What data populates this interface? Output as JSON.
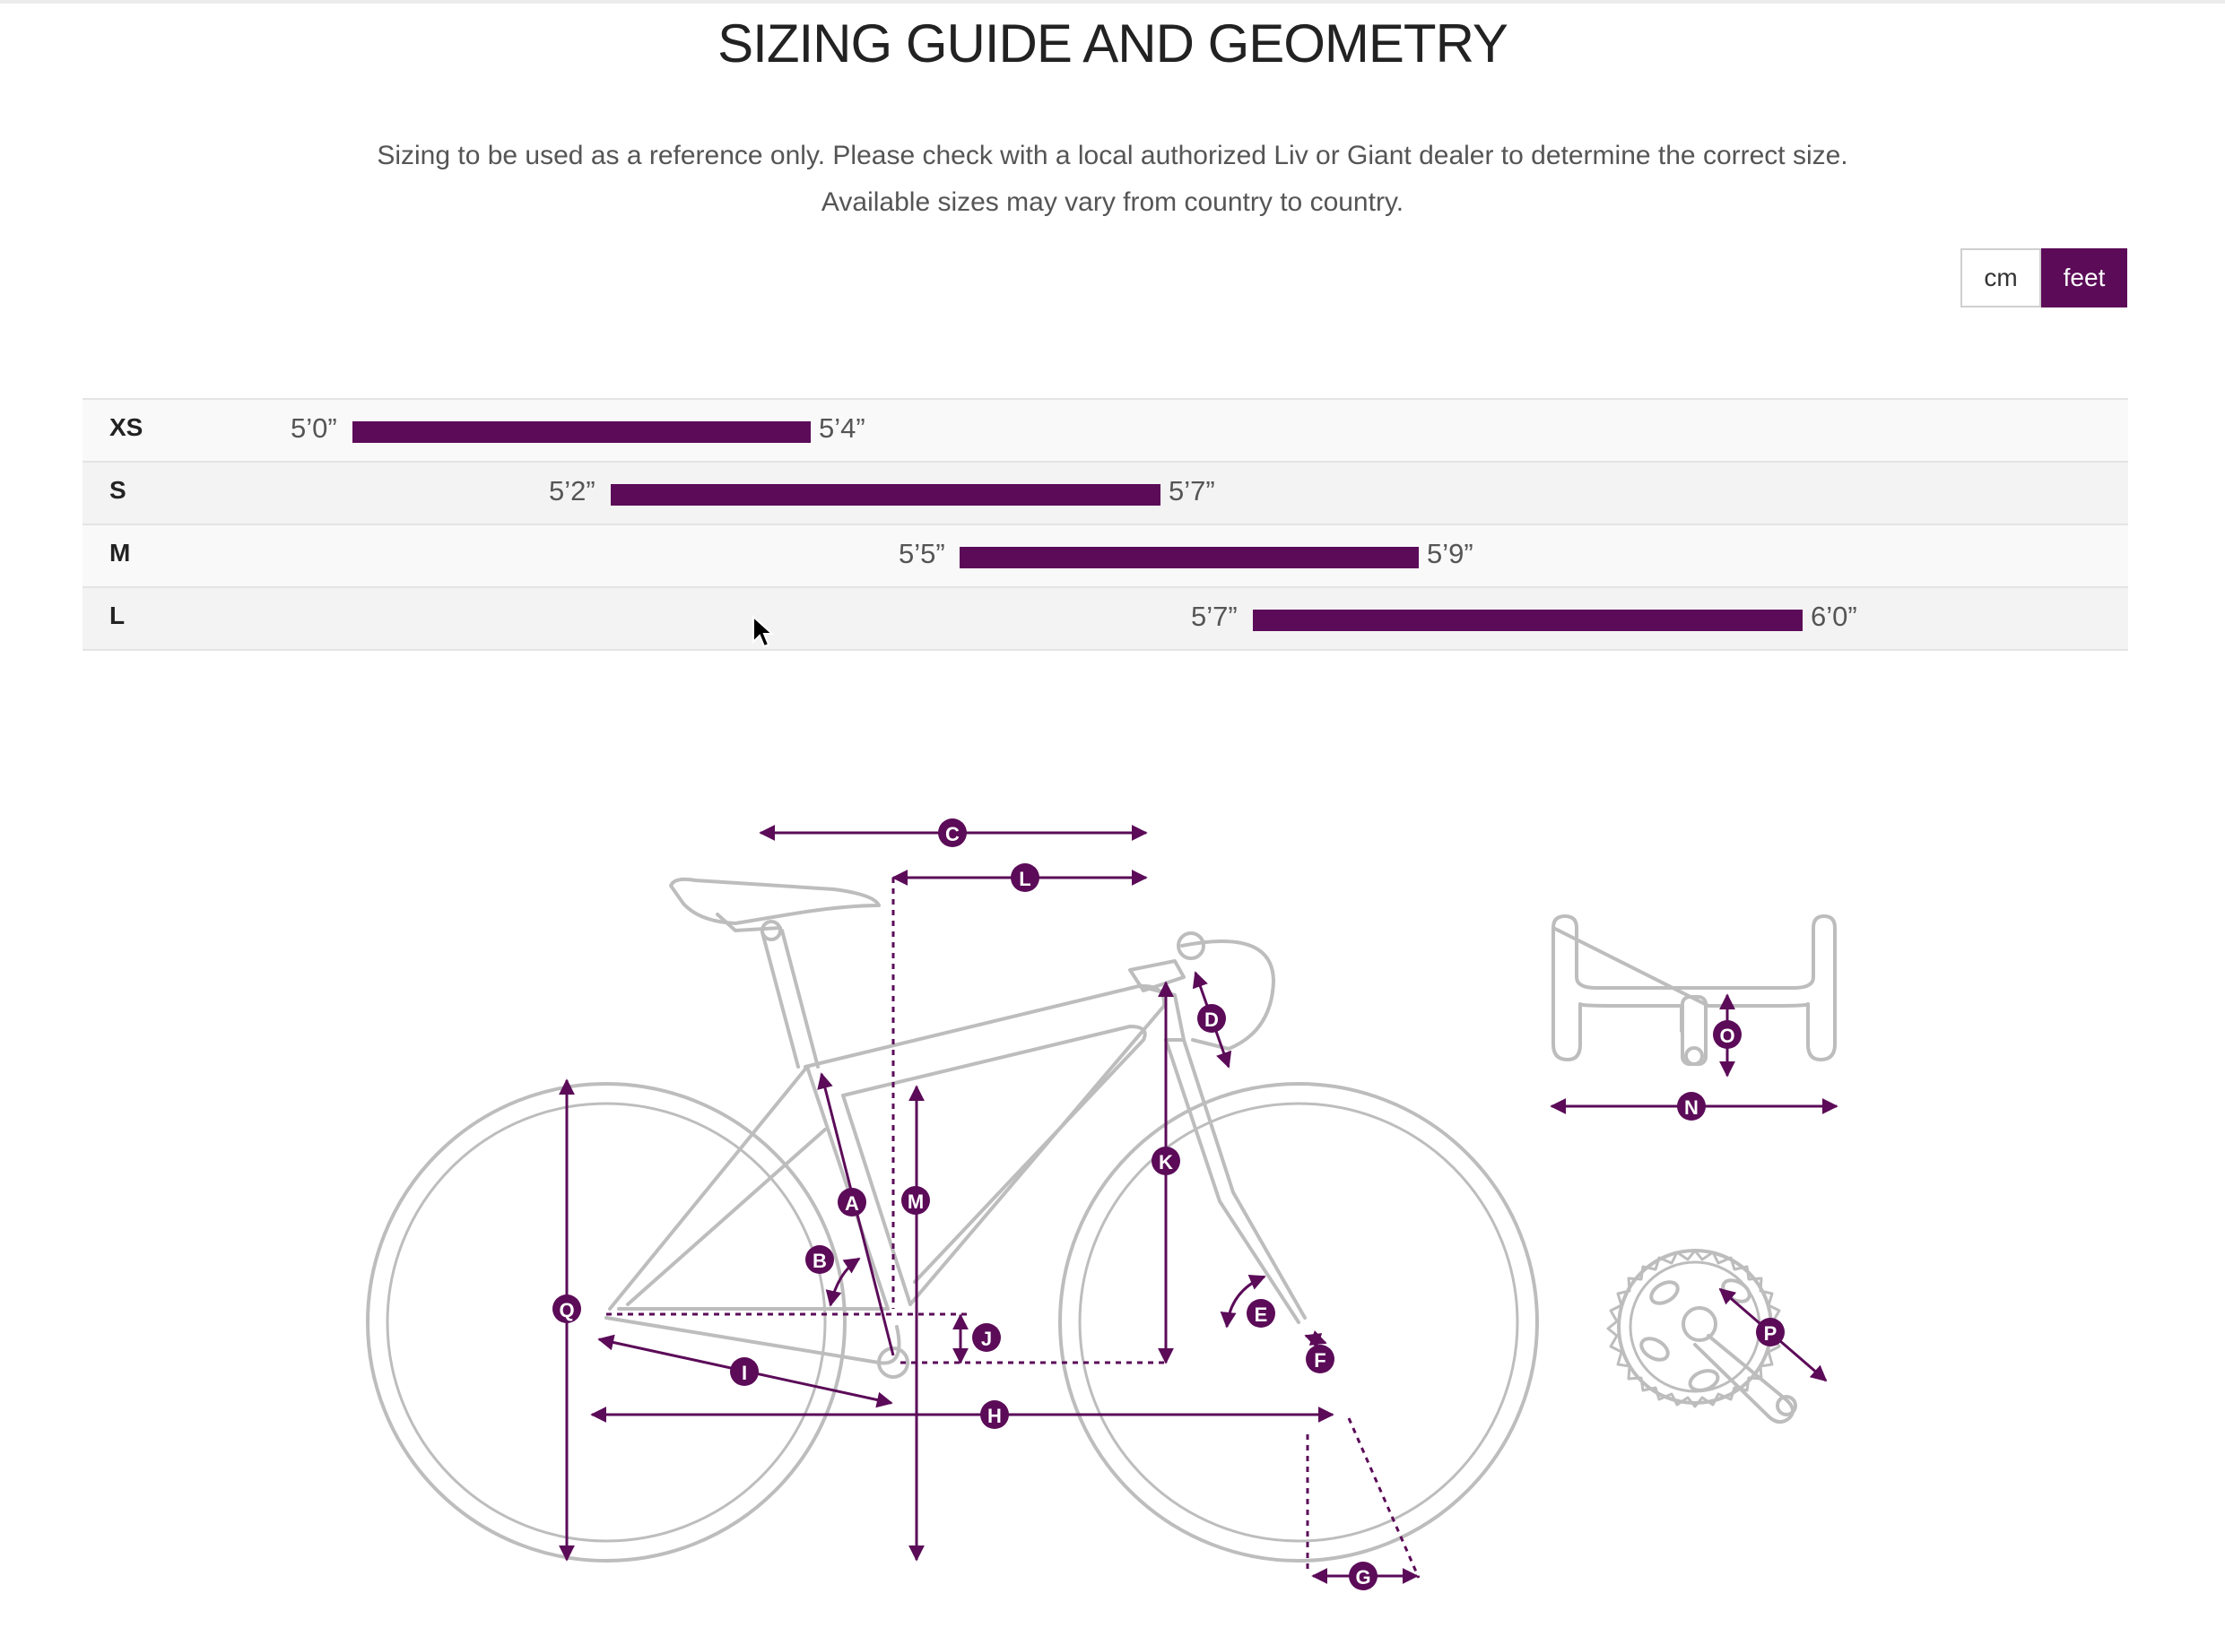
{
  "header": {
    "title": "SIZING GUIDE AND GEOMETRY",
    "note_line1": "Sizing to be used as a reference only. Please check with a local authorized Liv or Giant dealer to determine the correct size.",
    "note_line2": "Available sizes may vary from country to country."
  },
  "unit_toggle": {
    "options": [
      "cm",
      "feet"
    ],
    "selected": "feet"
  },
  "sizes": [
    {
      "label": "XS",
      "min": "5’0”",
      "max": "5’4”"
    },
    {
      "label": "S",
      "min": "5’2”",
      "max": "5’7”"
    },
    {
      "label": "M",
      "min": "5’5”",
      "max": "5’9”"
    },
    {
      "label": "L",
      "min": "5’7”",
      "max": "6’0”"
    }
  ],
  "geometry_markers": [
    "A",
    "B",
    "C",
    "D",
    "E",
    "F",
    "G",
    "H",
    "I",
    "J",
    "K",
    "L",
    "M",
    "N",
    "O",
    "P",
    "Q"
  ],
  "colors": {
    "accent": "#5b0b58",
    "bike_outline": "#bdbdbd",
    "row_odd": "#f9f9f9",
    "row_even": "#f3f3f3"
  }
}
